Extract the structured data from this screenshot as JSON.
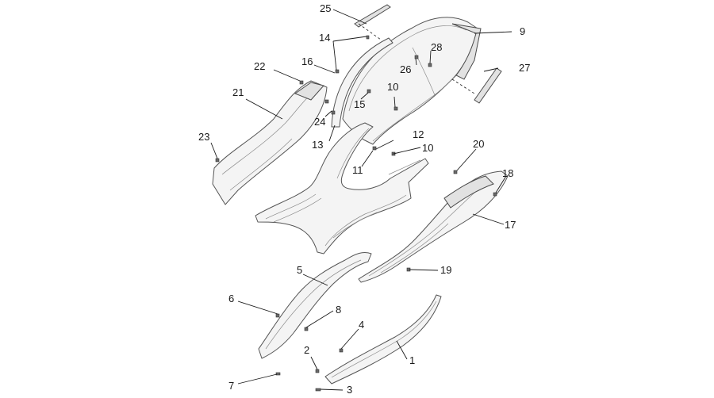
{
  "callouts": {
    "c1": "1",
    "c2": "2",
    "c3": "3",
    "c4": "4",
    "c5": "5",
    "c6": "6",
    "c7": "7",
    "c8": "8",
    "c9": "9",
    "c10a": "10",
    "c10b": "10",
    "c11": "11",
    "c12": "12",
    "c13": "13",
    "c14": "14",
    "c15": "15",
    "c16": "16",
    "c17": "17",
    "c18": "18",
    "c19": "19",
    "c20": "20",
    "c21": "21",
    "c22": "22",
    "c23": "23",
    "c24": "24",
    "c25": "25",
    "c26": "26",
    "c27": "27",
    "c28": "28"
  }
}
